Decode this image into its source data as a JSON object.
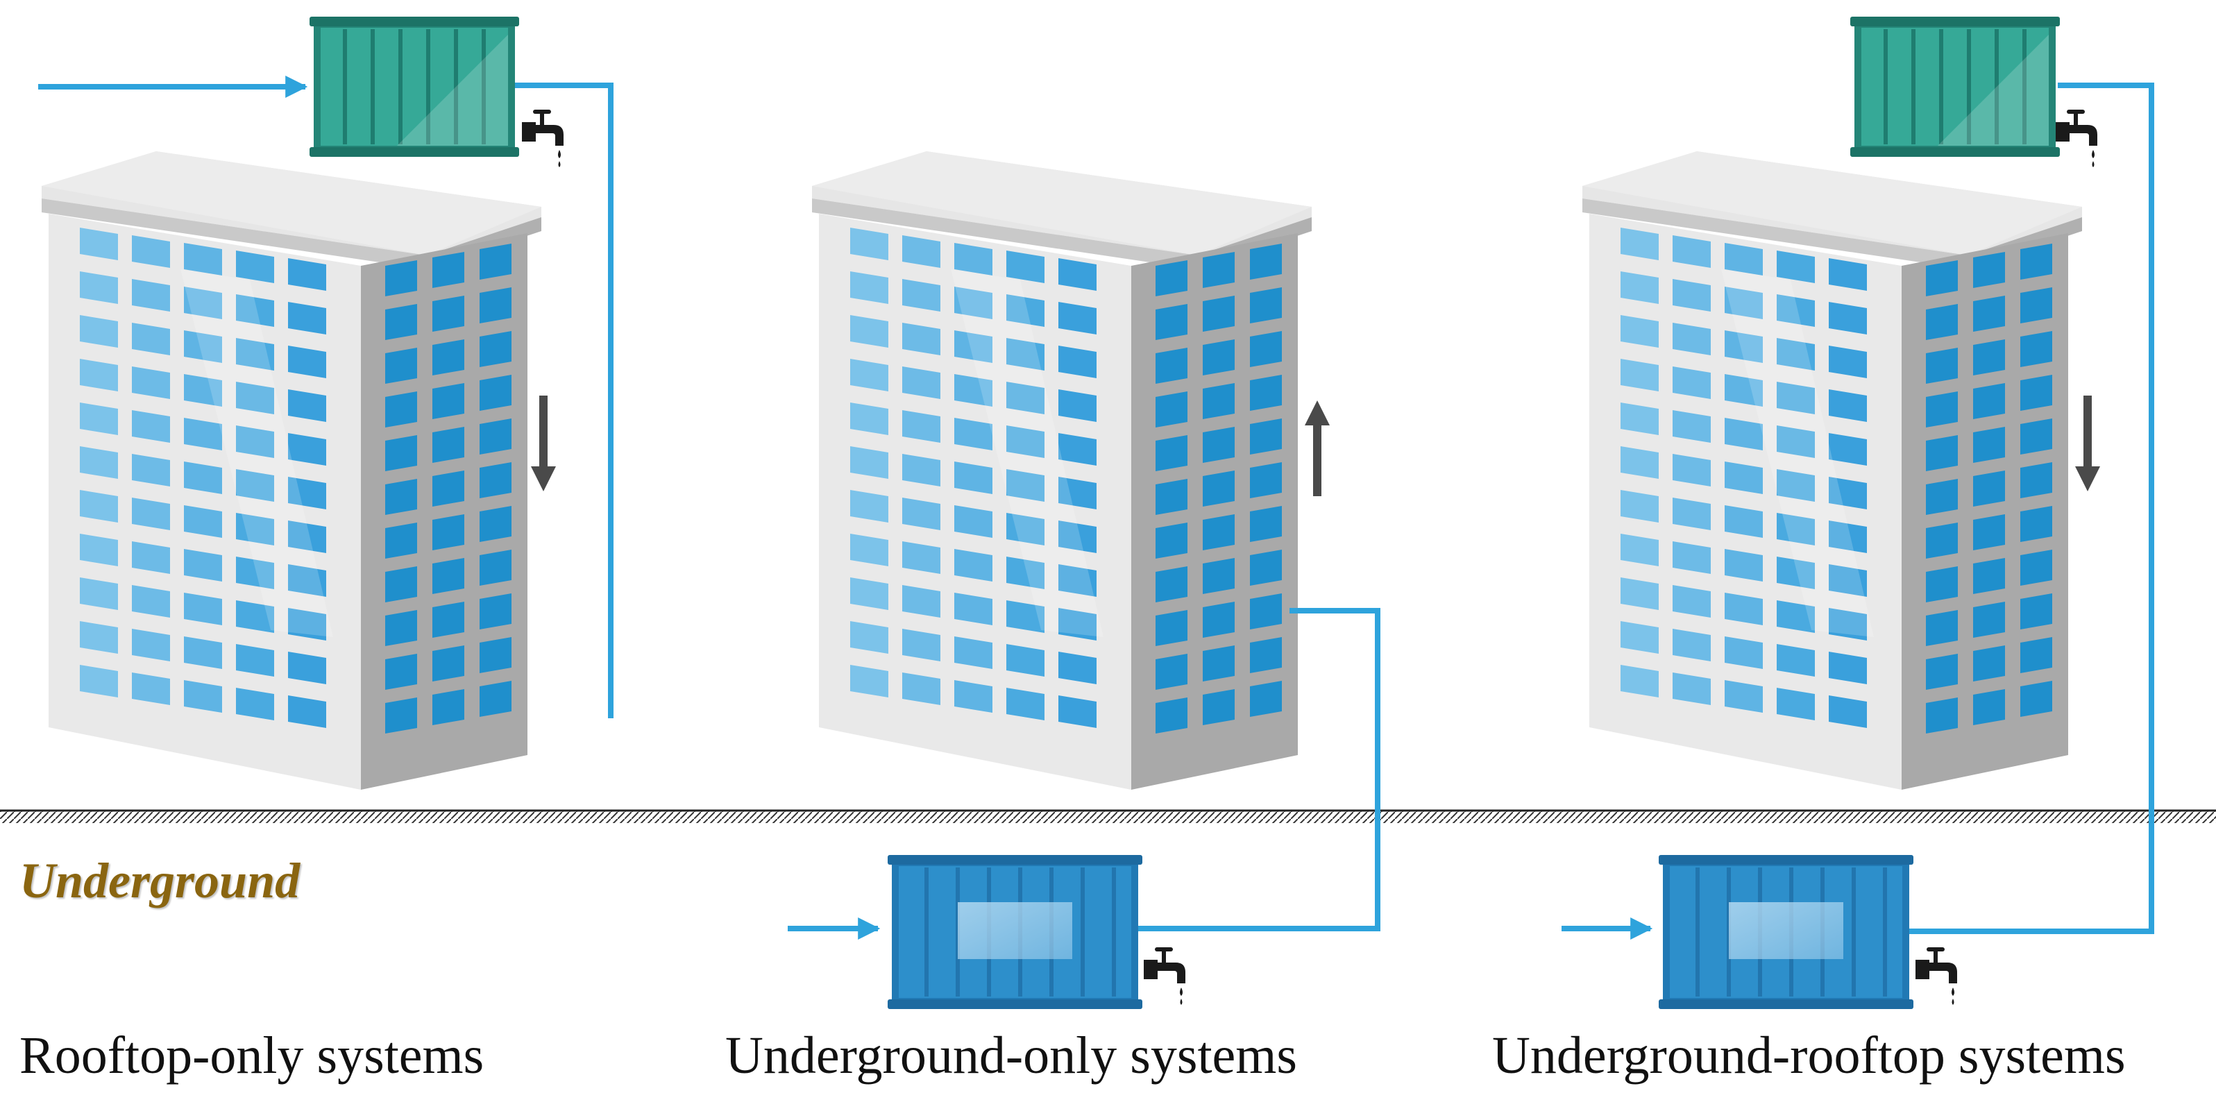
{
  "labels": {
    "zone": "Underground",
    "rooftop_only": "Rooftop-only systems",
    "underground_only": "Underground-only systems",
    "underground_rooftop": "Underground-rooftop systems"
  },
  "colors": {
    "pipe": "#2ea3dc",
    "rooftop_tank": "#2e9c8c",
    "underground_tank": "#2d8fcb",
    "flow_arrow": "#4a4a4a",
    "ground": "#222222",
    "zone_text": "#8a6510"
  },
  "icons": [
    "building-icon",
    "rooftop-tank-icon",
    "underground-tank-icon",
    "faucet-icon",
    "flow-arrow-icon"
  ],
  "systems": [
    {
      "label_key": "rooftop_only",
      "flow_direction": "down"
    },
    {
      "label_key": "underground_only",
      "flow_direction": "up"
    },
    {
      "label_key": "underground_rooftop",
      "flow_direction": "down"
    }
  ]
}
